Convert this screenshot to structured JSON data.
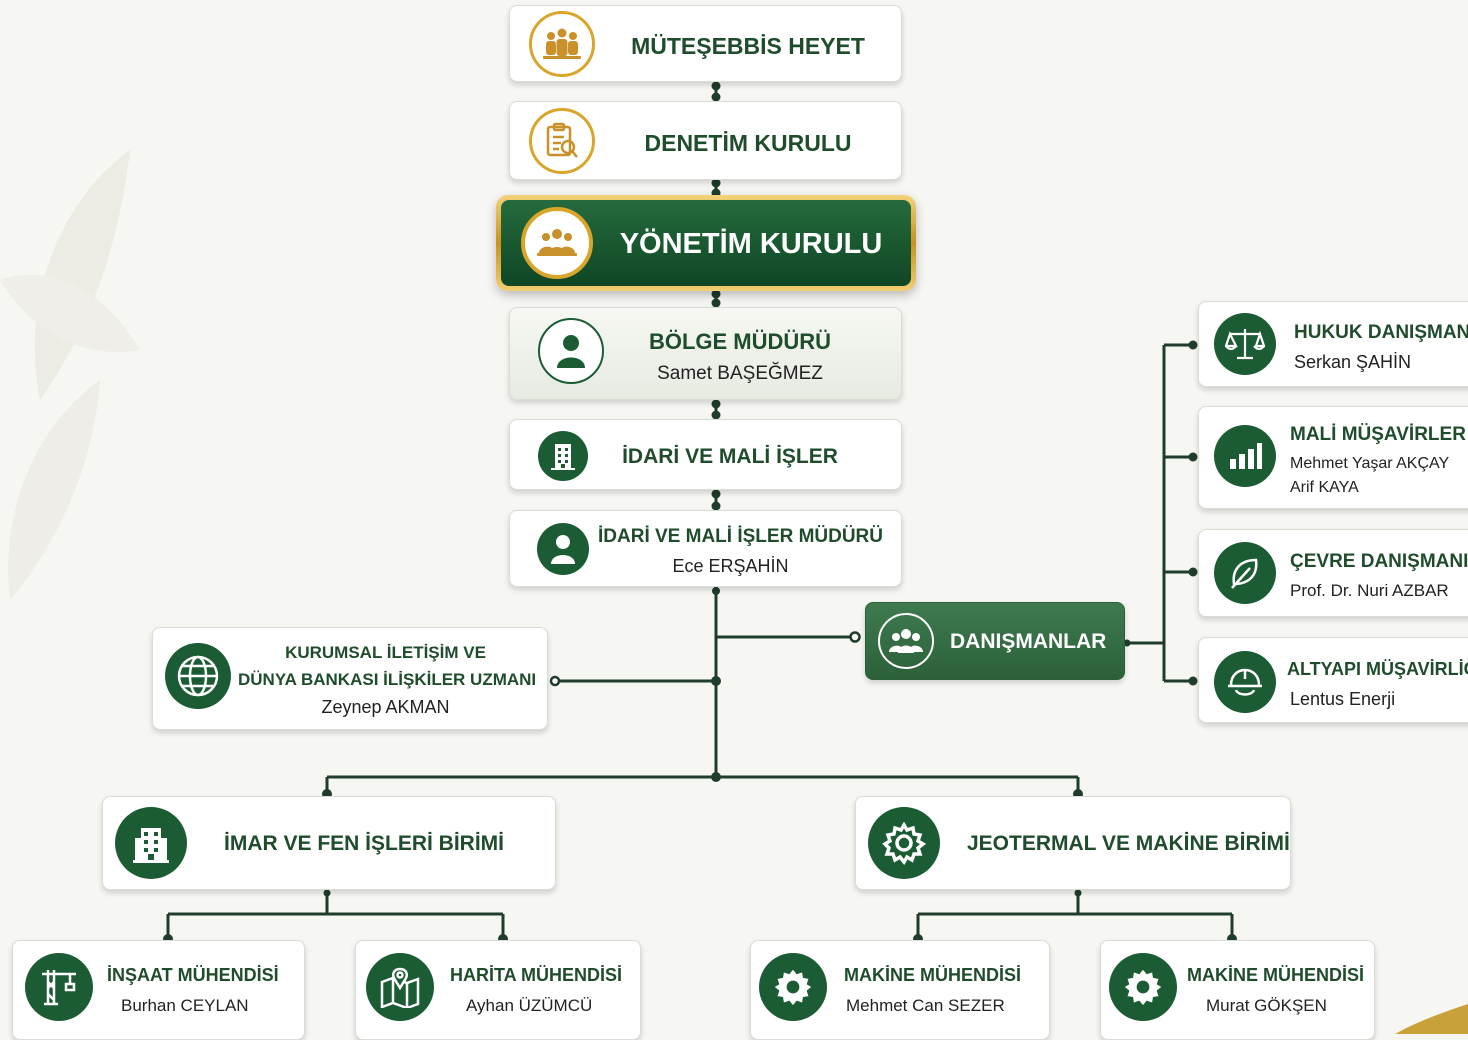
{
  "colors": {
    "primary_green": "#1c5c34",
    "gold": "#d9a62b",
    "background": "#f6f6f3"
  },
  "top": [
    {
      "title": "MÜTEŞEBBİS HEYET",
      "icon": "board-members-icon"
    },
    {
      "title": "DENETİM KURULU",
      "icon": "audit-clipboard-icon"
    }
  ],
  "board": {
    "title": "YÖNETİM KURULU",
    "icon": "group-icon"
  },
  "regional": {
    "title": "BÖLGE MÜDÜRÜ",
    "name": "Samet BAŞEĞMEZ",
    "icon": "person-icon"
  },
  "admin": {
    "title": "İDARİ VE MALİ İŞLER",
    "icon": "office-building-icon"
  },
  "admin_manager": {
    "title": "İDARİ VE MALİ İŞLER MÜDÜRÜ",
    "name": "Ece ERŞAHİN",
    "icon": "person-icon"
  },
  "communications": {
    "title_line1": "KURUMSAL İLETİŞİM VE",
    "title_line2": "DÜNYA BANKASI İLİŞKİLER UZMANI",
    "name": "Zeynep AKMAN",
    "icon": "globe-icon"
  },
  "advisors": {
    "title": "DANIŞMANLAR",
    "icon": "group-icon",
    "items": [
      {
        "title": "HUKUK DANIŞMANI",
        "names": [
          "Serkan ŞAHİN"
        ],
        "icon": "scales-icon"
      },
      {
        "title": "MALİ MÜŞAVİRLER",
        "names": [
          "Mehmet Yaşar AKÇAY",
          "Arif KAYA"
        ],
        "icon": "bar-chart-icon"
      },
      {
        "title": "ÇEVRE DANIŞMANI",
        "names": [
          "Prof. Dr. Nuri AZBAR"
        ],
        "icon": "leaf-icon"
      },
      {
        "title": "ALTYAPI MÜŞAVİRLİĞİ",
        "names": [
          "Lentus Enerji"
        ],
        "icon": "hard-hat-icon"
      }
    ]
  },
  "units": [
    {
      "title": "İMAR VE FEN İŞLERİ BİRİMİ",
      "icon": "office-building-icon",
      "staff": [
        {
          "title": "İNŞAAT MÜHENDİSİ",
          "name": "Burhan CEYLAN",
          "icon": "crane-icon"
        },
        {
          "title": "HARİTA MÜHENDİSİ",
          "name": "Ayhan ÜZÜMCÜ",
          "icon": "map-pin-icon"
        }
      ]
    },
    {
      "title": "JEOTERMAL VE MAKİNE BİRİMİ",
      "icon": "gear-icon",
      "staff": [
        {
          "title": "MAKİNE MÜHENDİSİ",
          "name": "Mehmet Can SEZER",
          "icon": "gear-icon"
        },
        {
          "title": "MAKİNE MÜHENDİSİ",
          "name": "Murat GÖKŞEN",
          "icon": "gear-icon"
        }
      ]
    }
  ]
}
